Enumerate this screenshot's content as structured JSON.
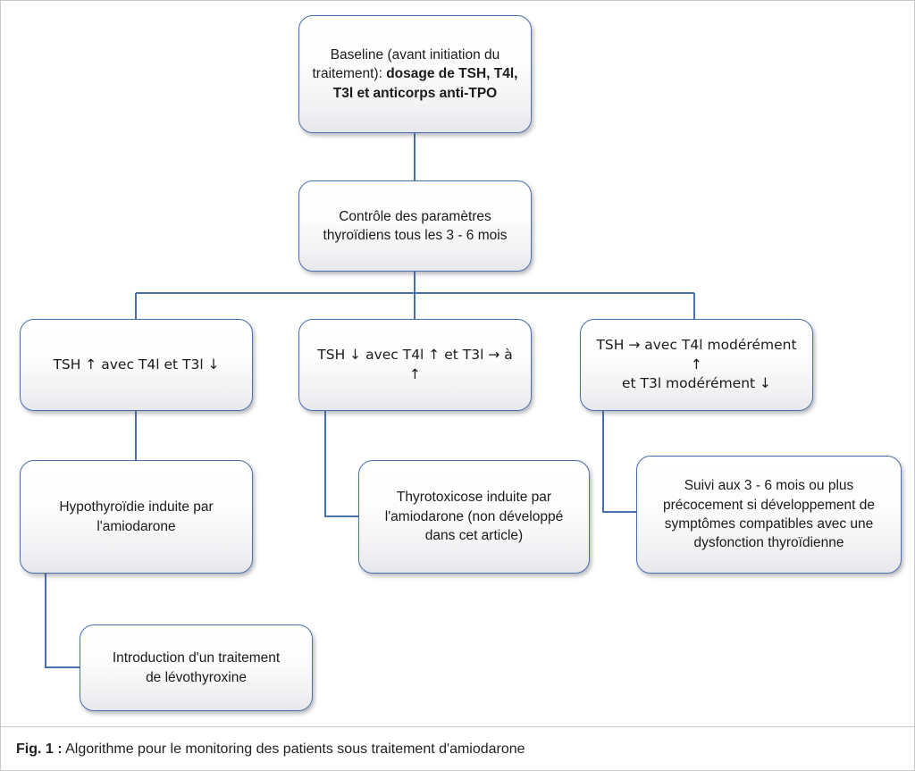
{
  "figure": {
    "caption_label": "Fig. 1 :",
    "caption_text": "Algorithme pour le monitoring des patients sous traitement d'amiodarone",
    "accent_color": "#4a6fae",
    "node_fill_top": "#ffffff",
    "node_fill_bottom": "#e8e8ec",
    "border_color": "#c9c9c9"
  },
  "nodes": {
    "baseline": {
      "line1": "Baseline (avant initiation du",
      "line2_plain": "traitement): ",
      "line2_bold": "dosage de TSH, T4l,",
      "line3_bold": "T3l et anticorps anti-TPO"
    },
    "controle": {
      "line1": "Contrôle des paramètres",
      "line2": "thyroïdiens tous les 3 - 6 mois"
    },
    "branch_left": {
      "text": "TSH ↑ avec T4l et T3l ↓"
    },
    "branch_middle": {
      "text": "TSH ↓ avec T4l ↑ et T3l → à ↑"
    },
    "branch_right": {
      "line1": "TSH → avec T4l modérément ↑",
      "line2": "et T3l modérément ↓"
    },
    "hypothyroidie": {
      "line1": "Hypothyroïdie induite par",
      "line2": "l'amiodarone"
    },
    "thyrotoxicose": {
      "line1": "Thyrotoxicose induite par",
      "line2": "l'amiodarone (non développé",
      "line3": "dans cet article)"
    },
    "suivi": {
      "line1": "Suivi aux 3 - 6 mois ou plus",
      "line2": "précocement si développement de",
      "line3": "symptômes compatibles avec une",
      "line4": "dysfonction thyroïdienne"
    },
    "levothyroxine": {
      "line1": "Introduction d'un traitement",
      "line2": "de lévothyroxine"
    }
  }
}
